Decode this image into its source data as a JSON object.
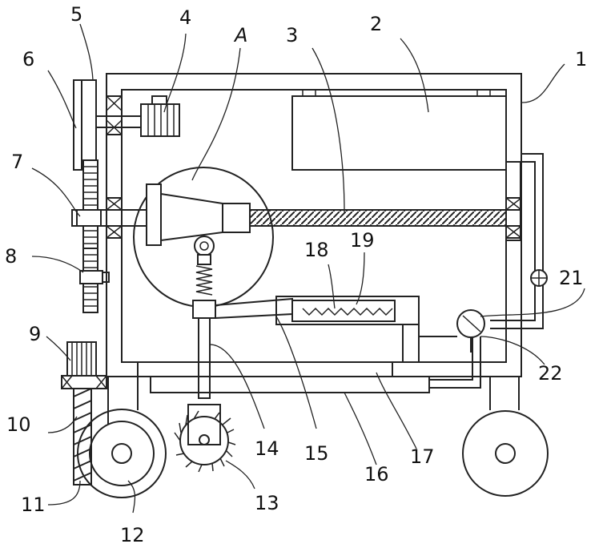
{
  "labels": {
    "l1": "1",
    "l2": "2",
    "l3": "3",
    "lA": "A",
    "l4": "4",
    "l5": "5",
    "l6": "6",
    "l7": "7",
    "l8": "8",
    "l9": "9",
    "l10": "10",
    "l11": "11",
    "l12": "12",
    "l13": "13",
    "l14": "14",
    "l15": "15",
    "l16": "16",
    "l17": "17",
    "l18": "18",
    "l19": "19",
    "l21": "21",
    "l22": "22"
  }
}
